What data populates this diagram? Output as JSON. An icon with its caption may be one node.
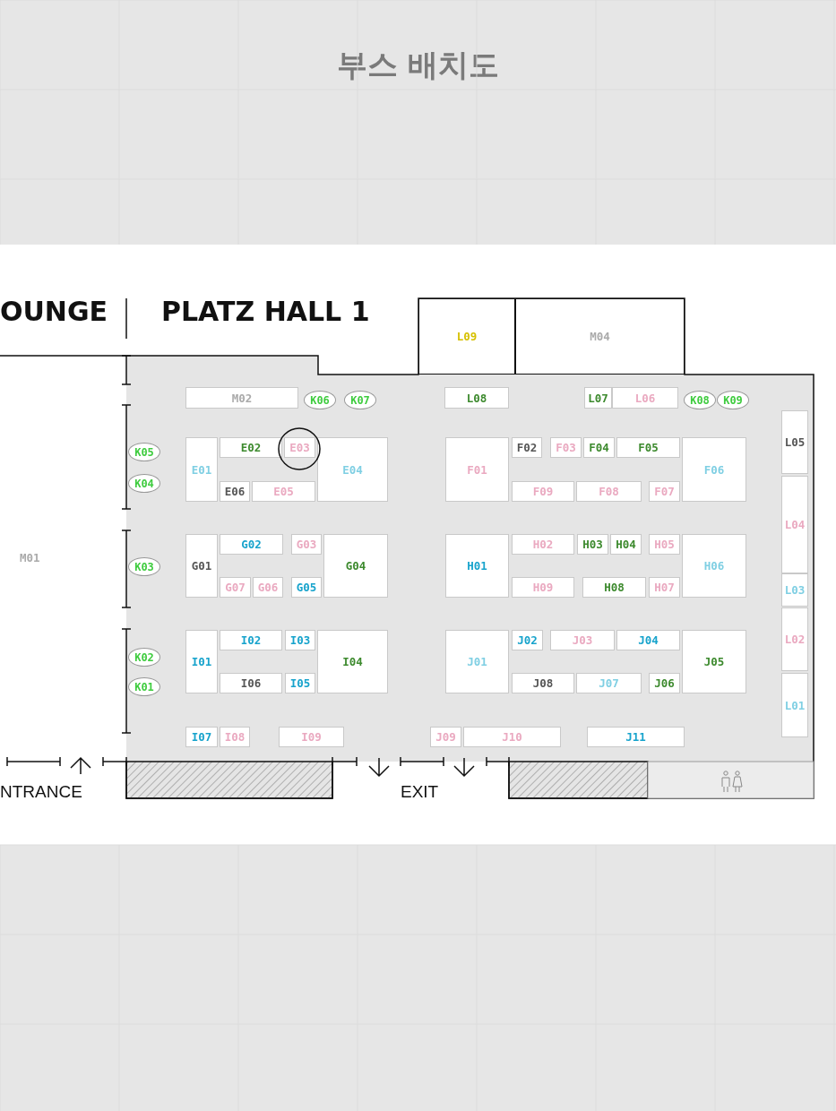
{
  "diagram": {
    "title": "부스 배치도",
    "nodes": [
      {
        "text": [
          "L09"
        ]
      },
      {
        "text": [
          "M04"
        ]
      },
      {
        "text": [
          "M01"
        ]
      },
      {
        "text": [
          "M02"
        ]
      },
      {
        "text": [
          "K06"
        ]
      },
      {
        "text": [
          "K07"
        ]
      },
      {
        "text": [
          "L08"
        ]
      },
      {
        "text": [
          "L07"
        ]
      },
      {
        "text": [
          "L06"
        ]
      },
      {
        "text": [
          "K08"
        ]
      },
      {
        "text": [
          "K09"
        ]
      },
      {
        "text": [
          "L05"
        ]
      },
      {
        "text": [
          "K05"
        ]
      },
      {
        "text": [
          "E01"
        ]
      },
      {
        "text": [
          "E02"
        ]
      },
      {
        "text": [
          "E03"
        ]
      },
      {
        "text": [
          "E04"
        ]
      },
      {
        "text": [
          "F01"
        ]
      },
      {
        "text": [
          "F02"
        ]
      },
      {
        "text": [
          "F03"
        ]
      },
      {
        "text": [
          "F04"
        ]
      },
      {
        "text": [
          "F05"
        ]
      },
      {
        "text": [
          "F06"
        ]
      },
      {
        "text": [
          "K04"
        ]
      },
      {
        "text": [
          "E06"
        ]
      },
      {
        "text": [
          "E05"
        ]
      },
      {
        "text": [
          "F09"
        ]
      },
      {
        "text": [
          "F08"
        ]
      },
      {
        "text": [
          "F07"
        ]
      },
      {
        "text": [
          "L04"
        ]
      },
      {
        "text": [
          "K03"
        ]
      },
      {
        "text": [
          "G01"
        ]
      },
      {
        "text": [
          "G02"
        ]
      },
      {
        "text": [
          "G03"
        ]
      },
      {
        "text": [
          "G04"
        ]
      },
      {
        "text": [
          "H01"
        ]
      },
      {
        "text": [
          "H02"
        ]
      },
      {
        "text": [
          "H03"
        ]
      },
      {
        "text": [
          "H04"
        ]
      },
      {
        "text": [
          "H05"
        ]
      },
      {
        "text": [
          "H06"
        ]
      },
      {
        "text": [
          "G07"
        ]
      },
      {
        "text": [
          "G06"
        ]
      },
      {
        "text": [
          "G05"
        ]
      },
      {
        "text": [
          "H09"
        ]
      },
      {
        "text": [
          "H08"
        ]
      },
      {
        "text": [
          "H07"
        ]
      },
      {
        "text": [
          "L03"
        ]
      },
      {
        "text": [
          "L02"
        ]
      },
      {
        "text": [
          "K02"
        ]
      },
      {
        "text": [
          "I01"
        ]
      },
      {
        "text": [
          "I02"
        ]
      },
      {
        "text": [
          "I03"
        ]
      },
      {
        "text": [
          "I04"
        ]
      },
      {
        "text": [
          "J01"
        ]
      },
      {
        "text": [
          "J02"
        ]
      },
      {
        "text": [
          "J03"
        ]
      },
      {
        "text": [
          "J04"
        ]
      },
      {
        "text": [
          "J05"
        ]
      },
      {
        "text": [
          "K01"
        ]
      },
      {
        "text": [
          "I06"
        ]
      },
      {
        "text": [
          "I05"
        ]
      },
      {
        "text": [
          "J08"
        ]
      },
      {
        "text": [
          "J07"
        ]
      },
      {
        "text": [
          "J06"
        ]
      },
      {
        "text": [
          "L01"
        ]
      },
      {
        "text": [
          "I07"
        ]
      },
      {
        "text": [
          "I08"
        ]
      },
      {
        "text": [
          "I09"
        ]
      },
      {
        "text": [
          "J09"
        ]
      },
      {
        "text": [
          "J10"
        ]
      },
      {
        "text": [
          "J11"
        ]
      }
    ],
    "labels": [
      "OUNGE",
      "PLATZ HALL 1",
      "NTRANCE",
      "EXIT"
    ]
  }
}
